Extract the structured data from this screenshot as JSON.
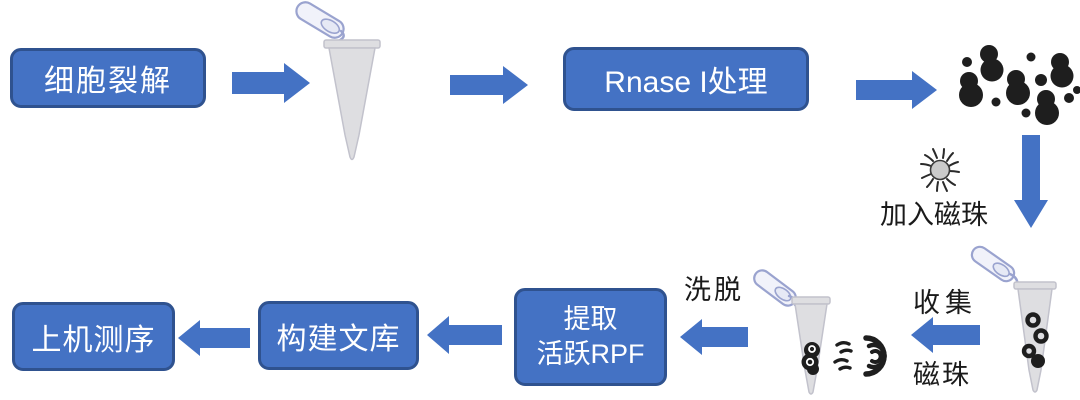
{
  "boxes": {
    "cell_lysis": "细胞裂解",
    "rnase": "Rnase I处理",
    "extract_line1": "提取",
    "extract_line2": "活跃RPF",
    "library": "构建文库",
    "sequencing": "上机测序"
  },
  "labels": {
    "add_beads": "加入磁珠",
    "collect_line1": "收集",
    "collect_line2": "磁珠",
    "elution": "洗脱"
  },
  "colors": {
    "box_fill": "#4472C4",
    "box_border": "#2F528F",
    "arrow_fill": "#4472C4",
    "box_text": "#FFFFFF",
    "label_text": "#1A1A1A",
    "tube_body": "#DEDEE1",
    "tube_outline": "#C2C2CC",
    "lid_fill": "#F1F2FA",
    "lid_outline": "#9AA3CF",
    "particle": "#1E1E1E",
    "background": "#FFFFFF"
  },
  "icons": {
    "lysate_tube": "open-microcentrifuge-tube-icon",
    "ribosome_cluster": "ribosome-particles-icon",
    "magnetic_bead": "spiky-magnetic-bead-icon",
    "bead_tube": "tube-with-ring-beads-icon",
    "magnet_tube": "tube-with-pelleted-beads-icon",
    "magnet": "magnet-field-icon"
  }
}
